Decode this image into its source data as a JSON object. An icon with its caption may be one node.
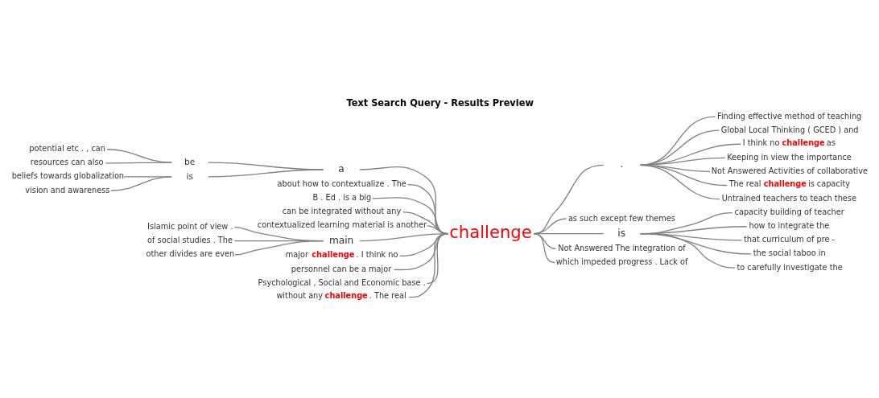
{
  "diagram": {
    "title": "Text Search Query - Results Preview",
    "nodes": [
      {
        "text": [
          "potential etc . , can"
        ]
      },
      {
        "text": [
          "resources can also"
        ]
      },
      {
        "text": [
          "be"
        ]
      },
      {
        "text": [
          "beliefs towards globalization"
        ]
      },
      {
        "text": [
          "vision and awareness"
        ]
      },
      {
        "text": [
          "is"
        ]
      },
      {
        "text": [
          "a"
        ]
      },
      {
        "text": [
          "about how to contextualize . The"
        ]
      },
      {
        "text": [
          "B . Ed . is a big"
        ]
      },
      {
        "text": [
          "can be integrated without any"
        ]
      },
      {
        "text": [
          "contextualized learning material is another"
        ]
      },
      {
        "text": [
          "Islamic point of view ."
        ]
      },
      {
        "text": [
          "of social studies . The"
        ]
      },
      {
        "text": [
          "other divides are even"
        ]
      },
      {
        "text": [
          "main"
        ]
      },
      {
        "text": [
          "major **challenge** . I think no"
        ]
      },
      {
        "text": [
          "personnel can be a major"
        ]
      },
      {
        "text": [
          "Psychological , Social and Economic base ."
        ]
      },
      {
        "text": [
          "without any **challenge** . The real"
        ]
      },
      {
        "text": [
          "challenge"
        ]
      },
      {
        "text": [
          "."
        ]
      },
      {
        "text": [
          "Finding effective method of teaching"
        ]
      },
      {
        "text": [
          "Global Local Thinking ( GCED ) and"
        ]
      },
      {
        "text": [
          "I think no **challenge** as"
        ]
      },
      {
        "text": [
          "Keeping in view the importance"
        ]
      },
      {
        "text": [
          "Not Answered Activities of collaborative"
        ]
      },
      {
        "text": [
          "The real **challenge** is capacity"
        ]
      },
      {
        "text": [
          "Untrained teachers to teach these"
        ]
      },
      {
        "text": [
          "as such except few themes"
        ]
      },
      {
        "text": [
          "is"
        ]
      },
      {
        "text": [
          "capacity building of teacher"
        ]
      },
      {
        "text": [
          "how to integrate the"
        ]
      },
      {
        "text": [
          "that curriculum of pre -"
        ]
      },
      {
        "text": [
          "the social taboo in"
        ]
      },
      {
        "text": [
          "to carefully investigate the"
        ]
      },
      {
        "text": [
          "Not Answered The integration of"
        ]
      },
      {
        "text": [
          "which impeded progress . Lack of"
        ]
      }
    ],
    "edges": [
      {
        "from": 0,
        "to": 2,
        "arrow": "none"
      },
      {
        "from": 1,
        "to": 2,
        "arrow": "none"
      },
      {
        "from": 3,
        "to": 5,
        "arrow": "none"
      },
      {
        "from": 4,
        "to": 5,
        "arrow": "none"
      },
      {
        "from": 2,
        "to": 6,
        "arrow": "none"
      },
      {
        "from": 5,
        "to": 6,
        "arrow": "none"
      },
      {
        "from": 6,
        "to": 19,
        "arrow": "none"
      },
      {
        "from": 7,
        "to": 19,
        "arrow": "none"
      },
      {
        "from": 8,
        "to": 19,
        "arrow": "none"
      },
      {
        "from": 9,
        "to": 19,
        "arrow": "none"
      },
      {
        "from": 10,
        "to": 19,
        "arrow": "none"
      },
      {
        "from": 11,
        "to": 14,
        "arrow": "none"
      },
      {
        "from": 12,
        "to": 14,
        "arrow": "none"
      },
      {
        "from": 13,
        "to": 14,
        "arrow": "none"
      },
      {
        "from": 14,
        "to": 19,
        "arrow": "none"
      },
      {
        "from": 15,
        "to": 19,
        "arrow": "none"
      },
      {
        "from": 16,
        "to": 19,
        "arrow": "none"
      },
      {
        "from": 17,
        "to": 19,
        "arrow": "none"
      },
      {
        "from": 18,
        "to": 19,
        "arrow": "none"
      },
      {
        "from": 19,
        "to": 20,
        "arrow": "none"
      },
      {
        "from": 20,
        "to": 21,
        "arrow": "none"
      },
      {
        "from": 20,
        "to": 22,
        "arrow": "none"
      },
      {
        "from": 20,
        "to": 23,
        "arrow": "none"
      },
      {
        "from": 20,
        "to": 24,
        "arrow": "none"
      },
      {
        "from": 20,
        "to": 25,
        "arrow": "none"
      },
      {
        "from": 20,
        "to": 26,
        "arrow": "none"
      },
      {
        "from": 20,
        "to": 27,
        "arrow": "none"
      },
      {
        "from": 19,
        "to": 28,
        "arrow": "none"
      },
      {
        "from": 19,
        "to": 29,
        "arrow": "none"
      },
      {
        "from": 29,
        "to": 30,
        "arrow": "none"
      },
      {
        "from": 29,
        "to": 31,
        "arrow": "none"
      },
      {
        "from": 29,
        "to": 32,
        "arrow": "none"
      },
      {
        "from": 29,
        "to": 33,
        "arrow": "none"
      },
      {
        "from": 29,
        "to": 34,
        "arrow": "none"
      },
      {
        "from": 19,
        "to": 35,
        "arrow": "none"
      },
      {
        "from": 19,
        "to": 36,
        "arrow": "none"
      }
    ]
  }
}
